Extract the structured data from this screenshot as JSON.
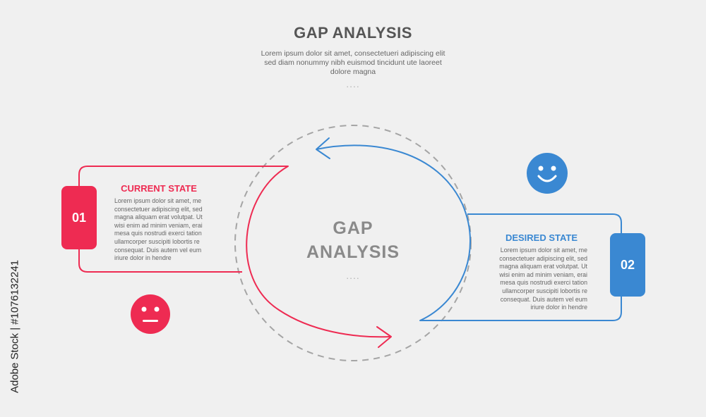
{
  "header": {
    "title": "GAP ANALYSIS",
    "subtitle": "Lorem ipsum dolor sit amet, consectetueri adipiscing elit sed diam nonummy nibh euismod tincidunt ute laoreet dolore magna",
    "dots": "...."
  },
  "center": {
    "line1": "GAP",
    "line2": "ANALYSIS",
    "dots": "...."
  },
  "cards": [
    {
      "number": "01",
      "title": "CURRENT STATE",
      "body": "Lorem ipsum dolor sit amet, me consectetuer adipiscing elit, sed magna aliquam erat volutpat. Ut wisi enim ad minim veniam, erai mesa quis nostrudi exerci tation ullamcorper suscipiti lobortis re consequat. Duis autem vel eum iriure dolor in hendre",
      "color": "#ee2b52",
      "face": "neutral-face-icon"
    },
    {
      "number": "02",
      "title": "DESIRED STATE",
      "body": "Lorem ipsum dolor sit amet, me consectetuer adipiscing elit, sed magna aliquam erat volutpat. Ut wisi enim ad minim veniam, erai mesa quis nostrudi exerci tation ullamcorper suscipiti lobortis re consequat. Duis autem vel eum iriure dolor in hendre",
      "color": "#3a88d2",
      "face": "smiley-face-icon"
    }
  ],
  "watermark": "Adobe Stock | #1076132241"
}
